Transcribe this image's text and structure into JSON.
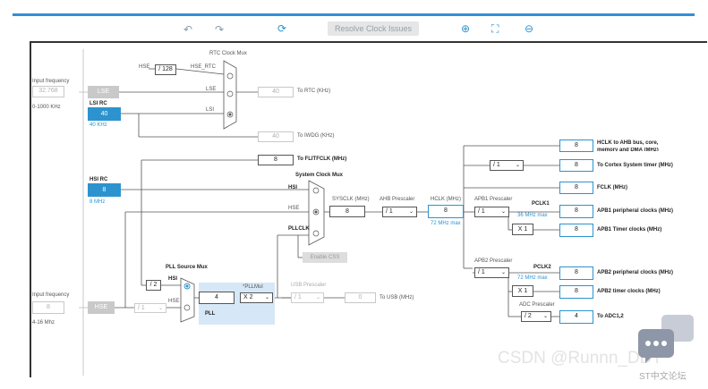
{
  "toolbar": {
    "resolve_label": "Resolve Clock Issues",
    "icons": [
      "undo-icon",
      "redo-icon",
      "refresh-icon",
      "zoom-in-icon",
      "fit-icon",
      "zoom-out-icon"
    ]
  },
  "left": {
    "input_freq_label_1": "Input frequency",
    "input_freq_value_1": "32.768",
    "input_freq_range_1": "0-1000 KHz",
    "lse": "LSE",
    "lsi_rc_label": "LSI RC",
    "lsi_value": "40",
    "lsi_khz": "40 KHz",
    "hsi_rc_label": "HSI RC",
    "hsi_value": "8",
    "hsi_mhz": "8 MHz",
    "input_freq_label_2": "Input frequency",
    "input_freq_value_2": "8",
    "input_freq_range_2": "4-16 Mhz",
    "hse": "HSE"
  },
  "rtc": {
    "mux_title": "RTC Clock Mux",
    "hse_label": "HSE",
    "div128": "/ 128",
    "hse_rtc_label": "HSE_RTC",
    "lse_label": "LSE",
    "lsi_label": "LSI",
    "rtc_value": "40",
    "to_rtc": "To RTC (KHz)",
    "iwdg_value": "40",
    "to_iwdg": "To IWDG (KHz)",
    "flit_value": "8",
    "to_flit": "To FLITFCLK (MHz)"
  },
  "sysmux": {
    "title": "System Clock Mux",
    "hsi": "HSI",
    "hse": "HSE",
    "pllclk": "PLLCLK",
    "sysclk_label": "SYSCLK (MHz)",
    "sysclk_value": "8",
    "ahb_label": "AHB Prescaler",
    "ahb_value": "/ 1",
    "hclk_label": "HCLK (MHz)",
    "hclk_value": "8",
    "hclk_max": "72 MHz max",
    "enable_css": "Enable CSS"
  },
  "pll": {
    "src_title": "PLL Source Mux",
    "div2": "/ 2",
    "hsi": "HSI",
    "hse": "HSE",
    "hse_div": "/ 1",
    "pll_value": "4",
    "pll_label": "PLL",
    "pllmul_label": "*PLLMul",
    "pllmul_value": "X 2",
    "usb_label": "USB Prescaler",
    "usb_div": "/ 1",
    "usb_value": "0",
    "to_usb": "To USB (MHz)"
  },
  "outputs": {
    "hclk_ahb_value": "8",
    "hclk_ahb_label": "HCLK to AHB bus, core,",
    "hclk_ahb_label2": "memory and DMA (MHz)",
    "cortex_div": "/ 1",
    "cortex_value": "8",
    "cortex_label": "To Cortex System timer (MHz)",
    "fclk_value": "8",
    "fclk_label": "FCLK (MHz)",
    "apb1_label": "APB1 Prescaler",
    "apb1_div": "/ 1",
    "pclk1_label": "PCLK1",
    "pclk1_max": "36 MHz max",
    "apb1_periph_value": "8",
    "apb1_periph_label": "APB1 peripheral clocks (MHz)",
    "apb1_x": "X 1",
    "apb1_timer_value": "8",
    "apb1_timer_label": "APB1 Timer clocks (MHz)",
    "apb2_label": "APB2 Prescaler",
    "apb2_div": "/ 1",
    "pclk2_label": "PCLK2",
    "pclk2_max": "72 MHz max",
    "apb2_periph_value": "8",
    "apb2_periph_label": "APB2 peripheral clocks (MHz)",
    "apb2_x": "X 1",
    "apb2_timer_value": "8",
    "apb2_timer_label": "APB2 timer clocks (MHz)",
    "adc_label": "ADC Prescaler",
    "adc_div": "/ 2",
    "adc_value": "4",
    "adc_out_label": "To ADC1,2"
  },
  "watermark": {
    "text": "CSDN @Runnn_DDT",
    "forum": "ST中文论坛"
  }
}
